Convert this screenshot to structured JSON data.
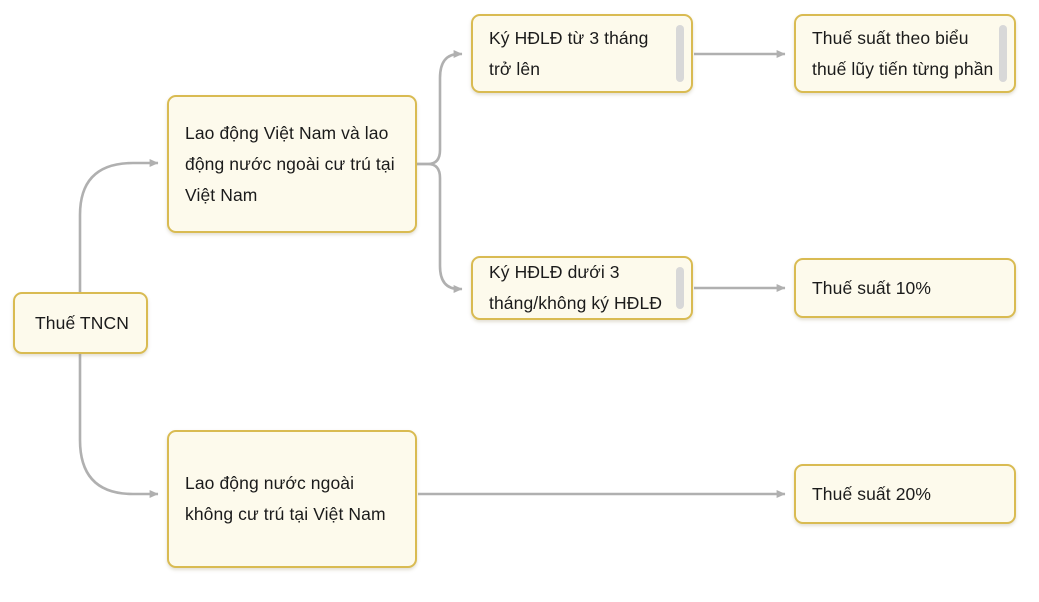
{
  "diagram": {
    "type": "flowchart",
    "title_node": "Thuế TNCN",
    "theme": {
      "node_fill": "#fdfaec",
      "node_border": "#d9bb52",
      "connector": "#b0b0b0",
      "text": "#1b1b1b",
      "background": "#ffffff"
    },
    "nodes": [
      {
        "id": "root",
        "label": "Thuế TNCN"
      },
      {
        "id": "resident",
        "label": "Lao động Việt Nam và lao động nước ngoài cư trú tại Việt Nam"
      },
      {
        "id": "nonresident",
        "label": "Lao động nước ngoài không cư trú tại Việt Nam"
      },
      {
        "id": "contract3",
        "label": "Ký HĐLĐ từ 3 tháng trở lên"
      },
      {
        "id": "contractU3",
        "label": "Ký HĐLĐ dưới 3 tháng/không ký HĐLĐ"
      },
      {
        "id": "progressive",
        "label": "Thuế suất theo biểu thuế lũy tiến từng phần"
      },
      {
        "id": "rate10",
        "label": "Thuế suất 10%"
      },
      {
        "id": "rate20",
        "label": "Thuế suất 20%"
      }
    ],
    "edges": [
      {
        "from": "root",
        "to": "resident"
      },
      {
        "from": "root",
        "to": "nonresident"
      },
      {
        "from": "resident",
        "to": "contract3"
      },
      {
        "from": "resident",
        "to": "contractU3"
      },
      {
        "from": "contract3",
        "to": "progressive"
      },
      {
        "from": "contractU3",
        "to": "rate10"
      },
      {
        "from": "nonresident",
        "to": "rate20"
      }
    ]
  }
}
